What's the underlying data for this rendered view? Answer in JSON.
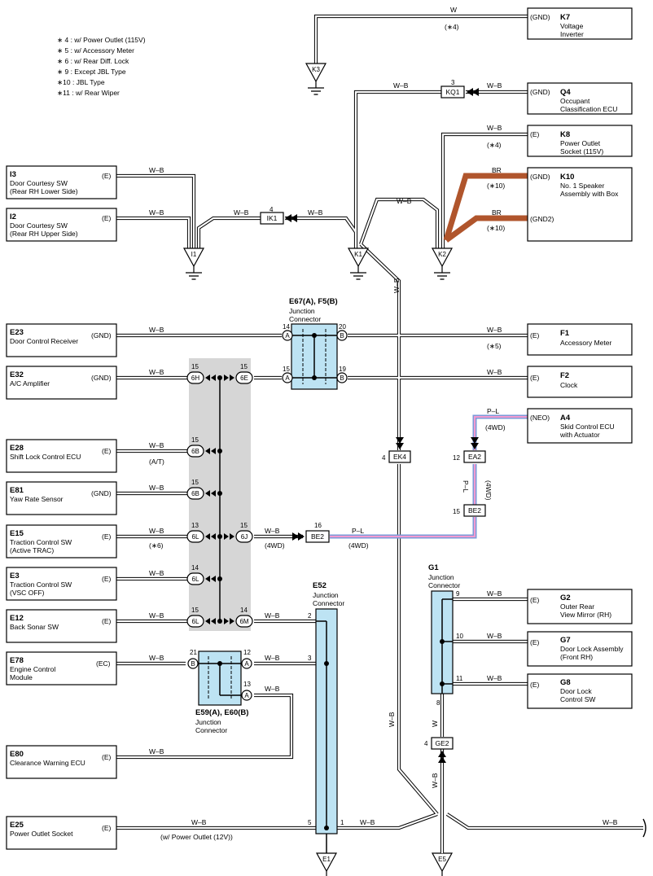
{
  "notes": [
    "∗ 4 : w/ Power Outlet (115V)",
    "∗ 5 : w/ Accessory Meter",
    "∗ 6 : w/ Rear Diff.  Lock",
    "∗ 9 : Except JBL Type",
    "∗10 : JBL Type",
    "∗11 : w/ Rear Wiper"
  ],
  "components": [
    {
      "id": "k7",
      "code": "K7",
      "lines": [
        "Voltage",
        "Inverter"
      ],
      "pin": "(GND)"
    },
    {
      "id": "q4",
      "code": "Q4",
      "lines": [
        "Occupant",
        "Classification ECU"
      ],
      "pin": "(GND)"
    },
    {
      "id": "k8",
      "code": "K8",
      "lines": [
        "Power Outlet",
        "Socket (115V)"
      ],
      "pin": "(E)"
    },
    {
      "id": "k10",
      "code": "K10",
      "lines": [
        "No. 1 Speaker",
        "Assembly with Box"
      ],
      "pin": "(GND)",
      "pin2": "(GND2)"
    },
    {
      "id": "i3",
      "code": "I3",
      "lines": [
        "Door Courtesy SW",
        "(Rear RH Lower Side)"
      ],
      "pin": "(E)"
    },
    {
      "id": "i2",
      "code": "I2",
      "lines": [
        "Door Courtesy SW",
        "(Rear RH Upper Side)"
      ],
      "pin": "(E)"
    },
    {
      "id": "e23",
      "code": "E23",
      "lines": [
        "Door Control Receiver"
      ],
      "pin": "(GND)"
    },
    {
      "id": "e32",
      "code": "E32",
      "lines": [
        "A/C Amplifier"
      ],
      "pin": "(GND)"
    },
    {
      "id": "f1",
      "code": "F1",
      "lines": [
        "Accessory Meter"
      ],
      "pin": "(E)"
    },
    {
      "id": "f2",
      "code": "F2",
      "lines": [
        "Clock"
      ],
      "pin": "(E)"
    },
    {
      "id": "a4",
      "code": "A4",
      "lines": [
        "Skid Control ECU",
        "with Actuator"
      ],
      "pin": "(NEO)"
    },
    {
      "id": "e28",
      "code": "E28",
      "lines": [
        "Shift Lock Control ECU"
      ],
      "pin": "(E)"
    },
    {
      "id": "e81",
      "code": "E81",
      "lines": [
        "Yaw Rate Sensor"
      ],
      "pin": "(GND)"
    },
    {
      "id": "e15",
      "code": "E15",
      "lines": [
        "Traction Control SW",
        "(Active TRAC)"
      ],
      "pin": "(E)"
    },
    {
      "id": "e3",
      "code": "E3",
      "lines": [
        "Traction Control SW",
        "(VSC OFF)"
      ],
      "pin": "(E)"
    },
    {
      "id": "e12",
      "code": "E12",
      "lines": [
        "Back Sonar SW"
      ],
      "pin": "(E)"
    },
    {
      "id": "e78",
      "code": "E78",
      "lines": [
        "Engine Control",
        "Module"
      ],
      "pin": "(EC)"
    },
    {
      "id": "e80",
      "code": "E80",
      "lines": [
        "Clearance Warning ECU"
      ],
      "pin": "(E)"
    },
    {
      "id": "e25",
      "code": "E25",
      "lines": [
        "Power Outlet Socket"
      ],
      "pin": "(E)"
    },
    {
      "id": "g2",
      "code": "G2",
      "lines": [
        "Outer Rear",
        "View Mirror (RH)"
      ],
      "pin": "(E)"
    },
    {
      "id": "g7",
      "code": "G7",
      "lines": [
        "Door Lock Assembly",
        "(Front RH)"
      ],
      "pin": "(E)"
    },
    {
      "id": "g8",
      "code": "G8",
      "lines": [
        "Door Lock",
        "Control SW"
      ],
      "pin": "(E)"
    }
  ],
  "grounds": [
    "K3",
    "I1",
    "K1",
    "K2",
    "E1",
    "E5"
  ],
  "connectors": {
    "e67": {
      "title": "E67(A), F5(B)",
      "lines": [
        "Junction",
        "Connector"
      ]
    },
    "e52": {
      "title": "E52",
      "lines": [
        "Junction",
        "Connector"
      ]
    },
    "e59": {
      "title": "E59(A), E60(B)",
      "lines": [
        "Junction",
        "Connector"
      ]
    },
    "g1": {
      "title": "G1",
      "lines": [
        "Junction",
        "Connector"
      ]
    }
  },
  "inline_connectors": [
    "KQ1",
    "IK1",
    "EK4",
    "EA2",
    "BE2",
    "BE2",
    "GE2"
  ],
  "join_pins": [
    "6H",
    "6E",
    "6B",
    "6B",
    "6L",
    "6J",
    "6L",
    "6L",
    "6M"
  ],
  "pin_letters": [
    "A",
    "B",
    "A",
    "B",
    "B",
    "A",
    "A"
  ],
  "pin_numbers": [
    "3",
    "4",
    "14",
    "20",
    "15",
    "19",
    "15",
    "15",
    "15",
    "15",
    "14",
    "13",
    "15",
    "14",
    "15",
    "14",
    "16",
    "12",
    "15",
    "2",
    "3",
    "5",
    "1",
    "21",
    "12",
    "13",
    "9",
    "10",
    "11",
    "8",
    "4",
    "4",
    "12",
    "15"
  ],
  "wire_labels": {
    "wb": "W–B",
    "w": "W",
    "br": "BR",
    "pl": "P–L"
  },
  "wire_notes": {
    "n4": "(∗4)",
    "n5": "(∗5)",
    "n6": "(∗6)",
    "n10": "(∗10)",
    "at": "(A/T)",
    "fwd": "(4WD)",
    "outlet12": "(w/ Power Outlet (12V))"
  },
  "colors": {
    "wire": "#000000",
    "br_wire": "#b0552c",
    "pl_pink": "#f29ad0",
    "pl_blue": "#7b9ad8",
    "joint_shade": "#d6d6d6",
    "connector_fill": "#bde3f3"
  },
  "icons": [
    "ground-icon",
    "connector-arrow-icon",
    "continuation-icon"
  ]
}
